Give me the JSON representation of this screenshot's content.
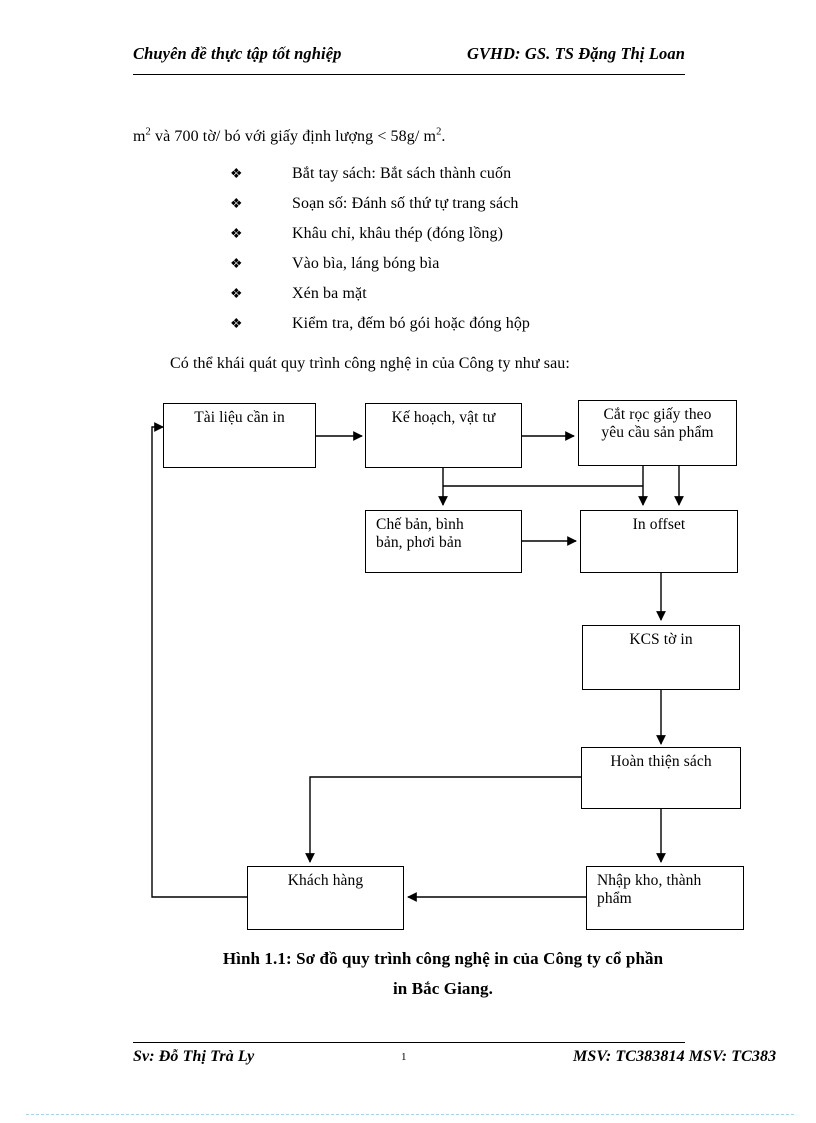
{
  "header": {
    "left": "Chuyên đề thực tập tốt nghiệp",
    "right": "GVHD: GS. TS Đặng Thị Loan"
  },
  "body": {
    "intro_before": "m",
    "intro_sup1": "2",
    "intro_middle": " và 700 tờ/ bó với giấy định lượng < 58g/ m",
    "intro_sup2": "2",
    "intro_after": ".",
    "intro_full": "m2 và 700 tờ/ bó với giấy định lượng < 58g/ m2.",
    "bullet_glyph": "❖",
    "bullets": [
      {
        "label": "Bắt tay sách: Bắt sách thành cuốn"
      },
      {
        "label": "Soạn số: Đánh số thứ tự trang sách"
      },
      {
        "label": "Khâu chỉ, khâu thép (đóng lồng)"
      },
      {
        "label": "Vào bìa, láng bóng bìa"
      },
      {
        "label": "Xén ba mặt"
      },
      {
        "label": "Kiểm tra, đếm bó gói hoặc đóng hộp"
      }
    ],
    "paragraph": "Có thể khái quát quy trình công nghệ in của Công ty như sau:"
  },
  "flowchart": {
    "nodes": [
      {
        "id": "tai-lieu-can-in",
        "label": "Tài liệu cần in"
      },
      {
        "id": "ke-hoach-vat-tu",
        "label": "Kế hoạch, vật tư"
      },
      {
        "id": "cat-roc-giay",
        "label": "Cắt rọc giấy theo\nyêu cầu sản phẩm"
      },
      {
        "id": "che-ban-binh-ban",
        "label": "Chế bản, bình\nbản, phơi bản"
      },
      {
        "id": "in-offset",
        "label": "In offset"
      },
      {
        "id": "kcs-to-in",
        "label": "KCS tờ in"
      },
      {
        "id": "hoan-thien-sach",
        "label": "Hoàn thiện sách"
      },
      {
        "id": "nhap-kho",
        "label": "Nhập kho, thành\nphẩm"
      },
      {
        "id": "khach-hang",
        "label": "Khách hàng"
      }
    ],
    "edges": [
      {
        "from": "tai-lieu-can-in",
        "to": "ke-hoach-vat-tu"
      },
      {
        "from": "ke-hoach-vat-tu",
        "to": "cat-roc-giay"
      },
      {
        "from": "ke-hoach-vat-tu",
        "to": "che-ban-binh-ban"
      },
      {
        "from": "ke-hoach-vat-tu",
        "to": "in-offset"
      },
      {
        "from": "cat-roc-giay",
        "to": "in-offset"
      },
      {
        "from": "che-ban-binh-ban",
        "to": "in-offset"
      },
      {
        "from": "in-offset",
        "to": "kcs-to-in"
      },
      {
        "from": "kcs-to-in",
        "to": "hoan-thien-sach"
      },
      {
        "from": "hoan-thien-sach",
        "to": "nhap-kho"
      },
      {
        "from": "hoan-thien-sach",
        "to": "khach-hang"
      },
      {
        "from": "nhap-kho",
        "to": "khach-hang"
      },
      {
        "from": "khach-hang",
        "to": "tai-lieu-can-in"
      }
    ]
  },
  "caption": {
    "line1": "Hình 1.1: Sơ đồ quy trình công nghệ in của Công ty cổ phần",
    "line2": "in Bắc Giang."
  },
  "footer": {
    "left": "Sv: Đỗ Thị Trà Ly",
    "page_number": "1",
    "right": "MSV: TC383814 MSV: TC383"
  },
  "colors": {
    "text": "#000000",
    "page_background": "#ffffff",
    "rule": "#000000",
    "page_break": "#9fd5ee"
  }
}
